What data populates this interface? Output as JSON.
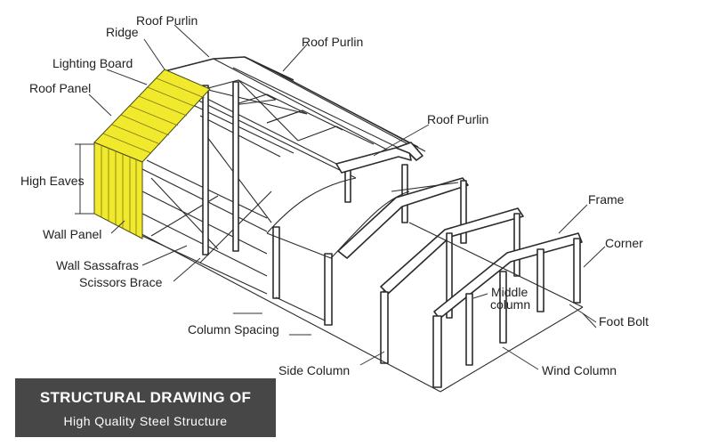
{
  "labels": {
    "roof_purlin_1": "Roof Purlin",
    "ridge": "Ridge",
    "roof_purlin_2": "Roof Purlin",
    "lighting_board": "Lighting Board",
    "roof_panel": "Roof Panel",
    "roof_purlin_3": "Roof Purlin",
    "high_eaves": "High Eaves",
    "frame": "Frame",
    "wall_panel": "Wall Panel",
    "corner": "Corner",
    "wall_sassafras": "Wall Sassafras",
    "scissors_brace": "Scissors Brace",
    "middle_column_line1": "Middle",
    "middle_column_line2": "column",
    "foot_bolt": "Foot Bolt",
    "column_spacing": "Column Spacing",
    "side_column": "Side Column",
    "wind_column": "Wind Column"
  },
  "caption": {
    "title": "STRUCTURAL DRAWING OF",
    "subtitle": "High Quality Steel Structure"
  },
  "colors": {
    "panel": "#f1ea2c",
    "caption_bg": "#474747",
    "line": "#2b2b2b"
  }
}
